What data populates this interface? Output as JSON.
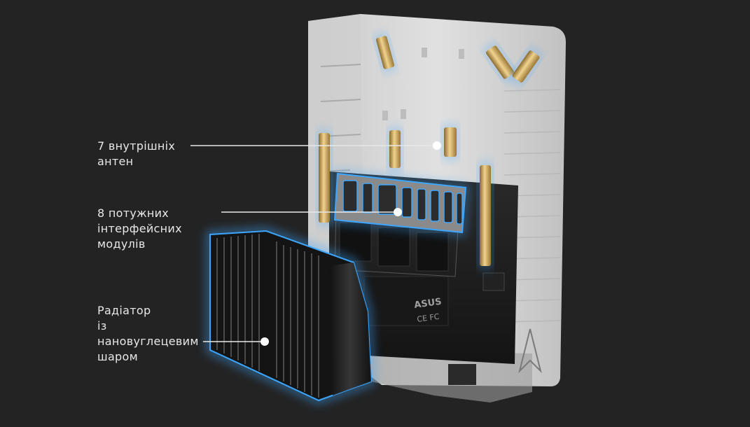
{
  "callouts": {
    "antennas": {
      "lines": [
        "7 внутрішніх",
        "антен"
      ]
    },
    "modules": {
      "lines": [
        "8 потужних",
        "інтерфейсних",
        "модулів"
      ]
    },
    "heatsink": {
      "lines": [
        "Радіатор",
        "із",
        "нановуглецевим",
        "шаром"
      ]
    }
  },
  "board": {
    "brand_text": "ASUS",
    "marks_text": "CE FC"
  },
  "colors": {
    "background": "#232323",
    "label_text": "#e8e8e8",
    "glow": "#3da6ff",
    "brass": "#d8b46a",
    "shell": "#e6e6e6",
    "pcb": "#1c1c1c",
    "heatsink": "#1a1a1a"
  },
  "icons": {
    "case_logo": "asus-triangle-logo-icon"
  }
}
